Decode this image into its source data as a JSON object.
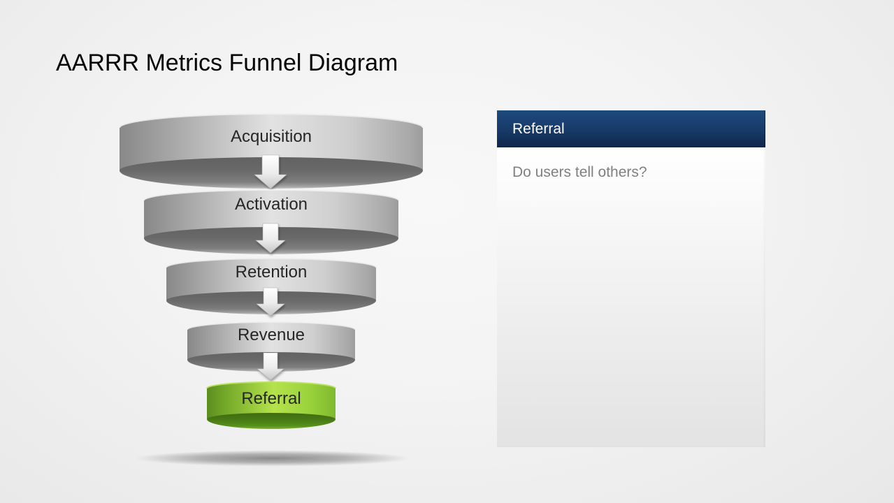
{
  "slide": {
    "title": "AARRR Metrics Funnel Diagram"
  },
  "funnel": {
    "stages": [
      {
        "label": "Acquisition",
        "selected": false
      },
      {
        "label": "Activation",
        "selected": false
      },
      {
        "label": "Retention",
        "selected": false
      },
      {
        "label": "Revenue",
        "selected": false
      },
      {
        "label": "Referral",
        "selected": true
      }
    ],
    "stage_color_gray": "#BFBFBF",
    "stage_color_selected_green": "#8CC63F"
  },
  "panel": {
    "header_title": "Referral",
    "body_text": "Do users tell others?",
    "header_color_top": "#1E4A7C",
    "header_color_bottom": "#0F2549",
    "body_text_color": "#808080"
  }
}
